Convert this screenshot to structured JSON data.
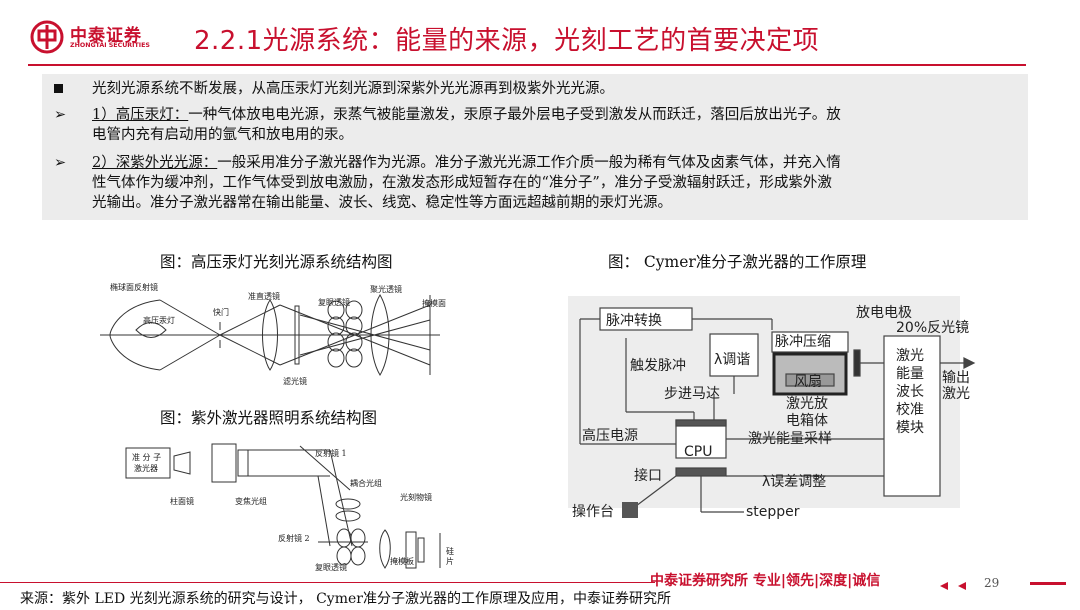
{
  "header": {
    "brand_cn": "中泰证券",
    "brand_en": "ZHONGTAI SECURITIES",
    "title": "2.2.1光源系统：能量的来源，光刻工艺的首要决定项",
    "accent_color": "#c8102e"
  },
  "panel": {
    "bullets": [
      {
        "mark": "square",
        "text": "光刻光源系统不断发展，从高压汞灯光刻光源到深紫外光光源再到极紫外光光源。"
      },
      {
        "mark": "➢",
        "label": "1）高压汞灯：",
        "lines": [
          "一种气体放电电光源，汞蒸气被能量激发，汞原子最外层电子受到激发从而跃迁，落回后放出光子。放",
          "电管内充有启动用的氩气和放电用的汞。"
        ]
      },
      {
        "mark": "➢",
        "label": "2）深紫外光光源：",
        "lines": [
          "一般采用准分子激光器作为光源。准分子激光光源工作介质一般为稀有气体及卤素气体，并充入惰",
          "性气体作为缓冲剂，工作气体受到放电激励，在激发态形成短暂存在的“准分子”，准分子受激辐射跃迁，形成紫外激",
          "光输出。准分子激光器常在输出能量、波长、线宽、稳定性等方面远超越前期的汞灯光源。"
        ]
      }
    ]
  },
  "figures": {
    "fig1": {
      "caption": "图：高压汞灯光刻光源系统结构图",
      "labels": {
        "mirror": "椭球面反射镜",
        "lamp": "高压汞灯",
        "shutter": "快门",
        "collimator": "准直透镜",
        "fly_eye": "复眼透镜",
        "condenser": "聚光透镜",
        "mask": "掩模面",
        "filter": "滤光镜"
      }
    },
    "fig2": {
      "caption": "图：紫外激光器照明系统结构图",
      "labels": {
        "laser": [
          "准 分 子",
          "激光器"
        ],
        "cyl": "柱面镜",
        "zoom": "变焦光组",
        "mirror1": "反射镜 1",
        "coupling": "耦合光组",
        "fly_eye": "复眼透镜",
        "lens": "光刻物镜",
        "mirror2": "反射镜 2",
        "mask": "掩模板",
        "wafer": [
          "硅",
          "片"
        ]
      }
    },
    "fig3": {
      "caption": "图：  Cymer准分子激光器的工作原理",
      "labels": {
        "pulse_convert": "脉冲转换",
        "electrode": "放电电极",
        "compress": "脉冲压缩",
        "reflector": "20%反光镜",
        "trigger": "触发脉冲",
        "tuning": "λ调谐",
        "fan": "风扇",
        "stepper_motor": "步进马达",
        "box": [
          "激光放",
          "电箱体"
        ],
        "energy_sample": "激光能量采样",
        "hv": "高压电源",
        "cpu": "CPU",
        "module": [
          "激光",
          "能量",
          "波长",
          "校准",
          "模块"
        ],
        "output": [
          "输出",
          "激光"
        ],
        "port": "接口",
        "err_adjust": "λ误差调整",
        "console": "操作台",
        "stepper": "stepper"
      }
    }
  },
  "footer": {
    "source": "来源：紫外 LED 光刻光源系统的研究与设计，  Cymer准分子激光器的工作原理及应用，中泰证券研究所",
    "brand": "中泰证券研究所 专业|领先|深度|诚信",
    "page": "29"
  }
}
